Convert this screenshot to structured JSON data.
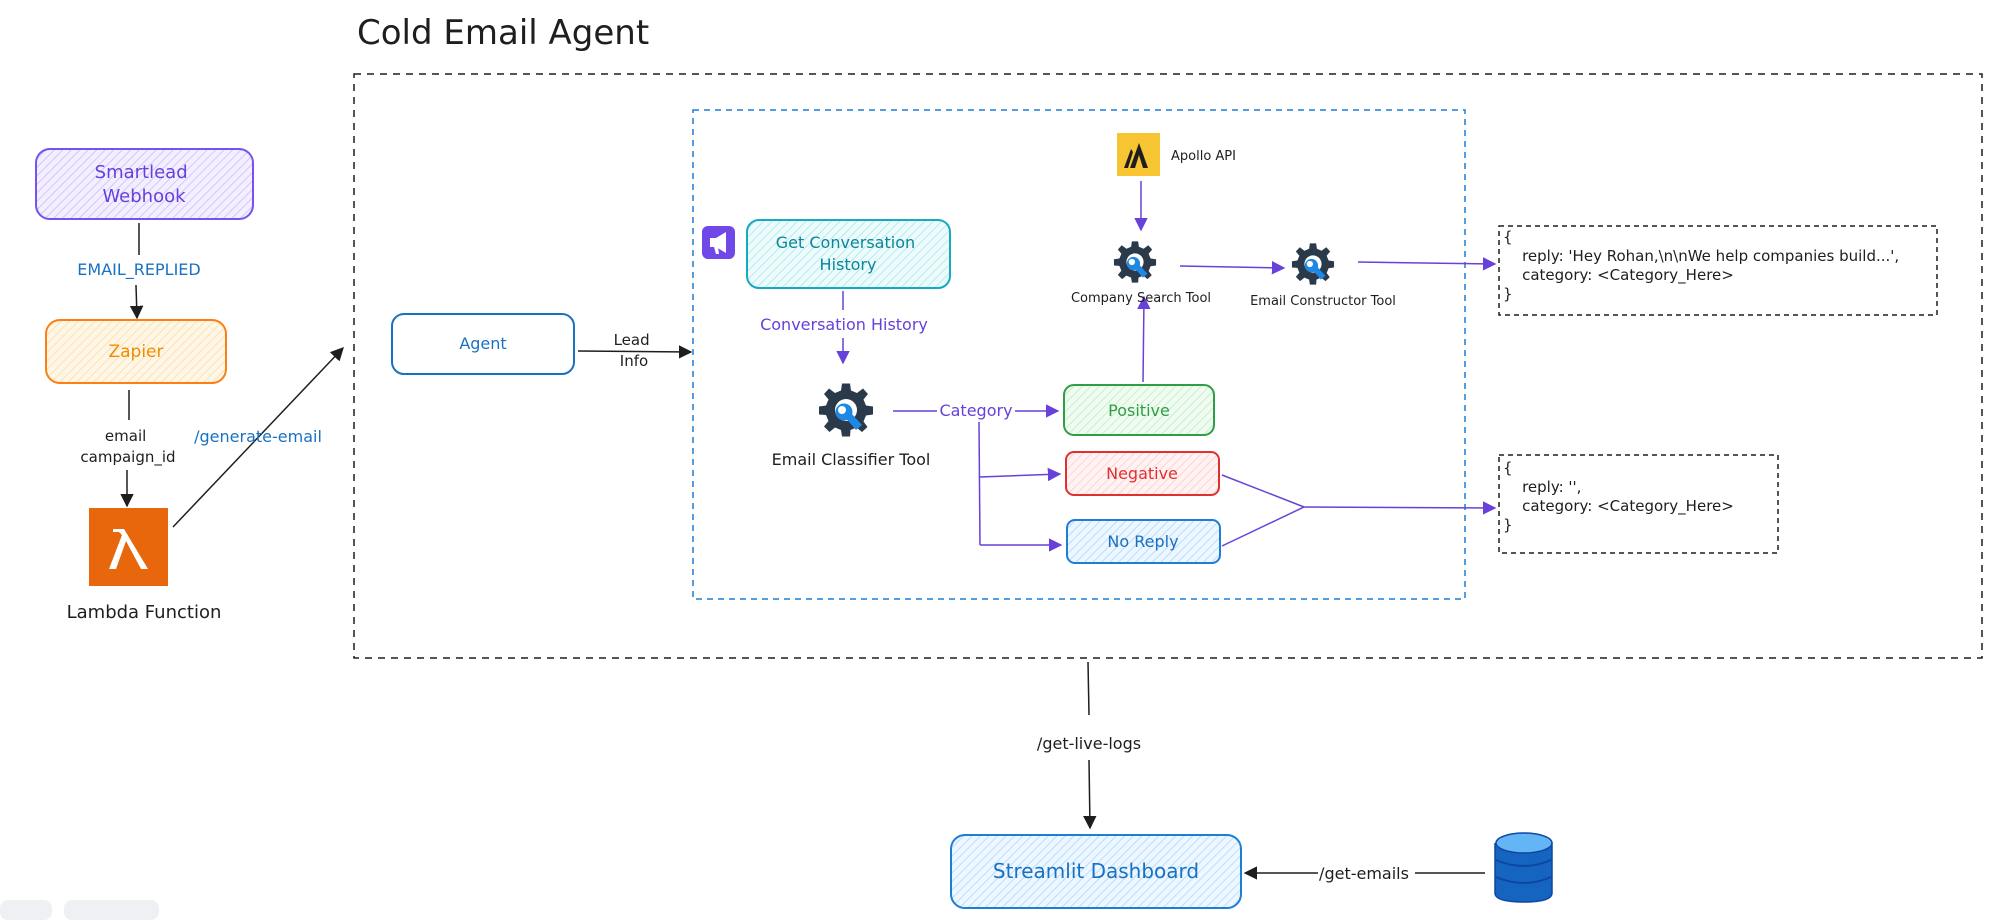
{
  "title": "Cold Email Agent",
  "nodes": {
    "smartlead": "Smartlead\nWebhook",
    "zapier": "Zapier",
    "lambda": "Lambda Function",
    "agent": "Agent",
    "get_history": "Get Conversation\nHistory",
    "classifier": "Email Classifier Tool",
    "apollo": "Apollo API",
    "company_search": "Company Search Tool",
    "email_constructor": "Email Constructor Tool",
    "positive": "Positive",
    "negative": "Negative",
    "no_reply": "No Reply",
    "streamlit": "Streamlit Dashboard"
  },
  "edges": {
    "email_replied": "EMAIL_REPLIED",
    "email_campaign": "email\ncampaign_id",
    "generate_email": "/generate-email",
    "lead_info": "Lead\nInfo",
    "conversation_history": "Conversation History",
    "category": "Category",
    "get_live_logs": "/get-live-logs",
    "get_emails": "/get-emails"
  },
  "outputs": {
    "reply_output": "{\n    reply: 'Hey Rohan,\\n\\nWe help companies build...',\n    category: <Category_Here>\n}",
    "empty_output": "{\n    reply: '',\n    category: <Category_Here>\n}"
  },
  "colors": {
    "purple": "#6741d9",
    "orange": "#f08c00",
    "blue": "#1971c2",
    "teal": "#0c8599",
    "green": "#2f9e44",
    "red": "#e03131",
    "lambda": "#e8660c"
  }
}
